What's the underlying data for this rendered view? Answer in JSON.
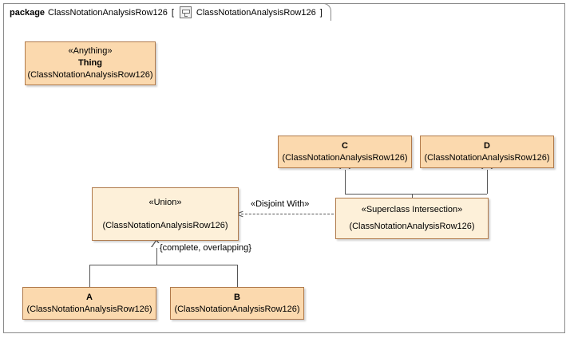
{
  "package": {
    "keyword": "package",
    "name": "ClassNotationAnalysisRow126",
    "bracket_open": "[",
    "diagram_icon": "class-diagram-icon",
    "diagram_name": "ClassNotationAnalysisRow126",
    "bracket_close": "]"
  },
  "colors": {
    "class_fill": "#fbd9ae",
    "class_fill_pale": "#fdf0d9",
    "class_border": "#b07a4b",
    "frame_border": "#8a8a8a",
    "connector": "#555555"
  },
  "classes": [
    {
      "id": "thing",
      "stereotype": "«Anything»",
      "name": "Thing",
      "qualifier": "(ClassNotationAnalysisRow126)"
    },
    {
      "id": "c",
      "stereotype": "",
      "name": "C",
      "qualifier": "(ClassNotationAnalysisRow126)"
    },
    {
      "id": "d",
      "stereotype": "",
      "name": "D",
      "qualifier": "(ClassNotationAnalysisRow126)"
    },
    {
      "id": "union",
      "stereotype": "«Union»",
      "name": "",
      "qualifier": "(ClassNotationAnalysisRow126)"
    },
    {
      "id": "superclass_intersection",
      "stereotype": "«Superclass Intersection»",
      "name": "",
      "qualifier": "(ClassNotationAnalysisRow126)"
    },
    {
      "id": "a",
      "stereotype": "",
      "name": "A",
      "qualifier": "(ClassNotationAnalysisRow126)"
    },
    {
      "id": "b",
      "stereotype": "",
      "name": "B",
      "qualifier": "(ClassNotationAnalysisRow126)"
    }
  ],
  "connector_labels": {
    "disjoint_with": "«Disjoint With»",
    "generalization_set": "{complete, overlapping}"
  }
}
